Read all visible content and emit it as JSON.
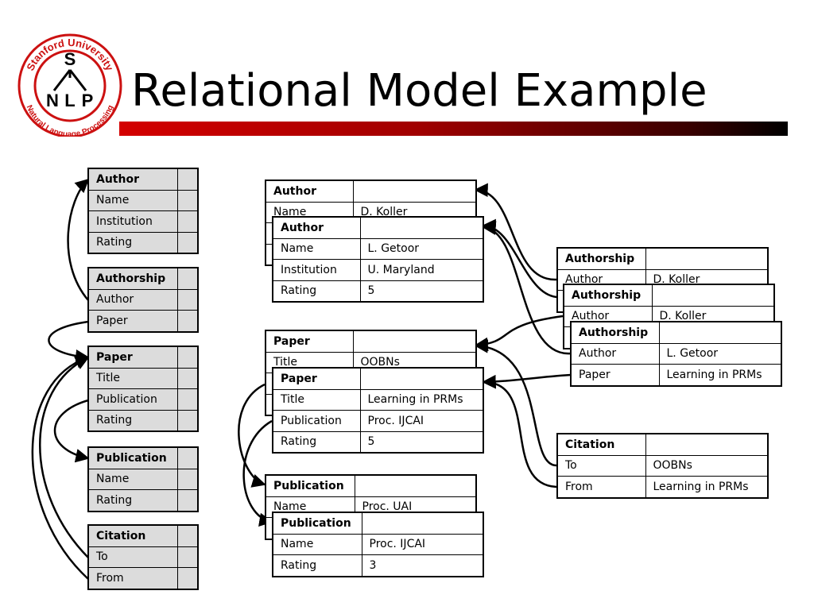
{
  "title": "Relational Model Example",
  "logo": {
    "top_text": "Stanford University",
    "bottom_text": "Natural Language Processing",
    "letters": [
      "S",
      "N",
      "L",
      "P"
    ]
  },
  "colors": {
    "bar_start": "#d40000",
    "bar_end": "#000000",
    "logo_red": "#cc1111",
    "schema_fill": "#dcdcdc"
  },
  "schema": {
    "author": {
      "header": "Author",
      "fields": [
        "Name",
        "Institution",
        "Rating"
      ]
    },
    "authorship": {
      "header": "Authorship",
      "fields": [
        "Author",
        "Paper"
      ]
    },
    "paper": {
      "header": "Paper",
      "fields": [
        "Title",
        "Publication",
        "Rating"
      ]
    },
    "publication": {
      "header": "Publication",
      "fields": [
        "Name",
        "Rating"
      ]
    },
    "citation": {
      "header": "Citation",
      "fields": [
        "To",
        "From"
      ]
    }
  },
  "instances": {
    "author1": {
      "header": "Author",
      "rows": [
        [
          "Name",
          "D. Koller"
        ]
      ]
    },
    "author2": {
      "header": "Author",
      "rows": [
        [
          "Name",
          "L. Getoor"
        ],
        [
          "Institution",
          "U. Maryland"
        ],
        [
          "Rating",
          "5"
        ]
      ]
    },
    "paper1": {
      "header": "Paper",
      "rows": [
        [
          "Title",
          "OOBNs"
        ]
      ]
    },
    "paper2": {
      "header": "Paper",
      "rows": [
        [
          "Title",
          "Learning in PRMs"
        ],
        [
          "Publication",
          "Proc. IJCAI"
        ],
        [
          "Rating",
          "5"
        ]
      ]
    },
    "pub1": {
      "header": "Publication",
      "rows": [
        [
          "Name",
          "Proc. UAI"
        ]
      ]
    },
    "pub2": {
      "header": "Publication",
      "rows": [
        [
          "Name",
          "Proc. IJCAI"
        ],
        [
          "Rating",
          "3"
        ]
      ]
    },
    "authorship1": {
      "header": "Authorship",
      "rows": [
        [
          "Author",
          "D. Koller"
        ]
      ]
    },
    "authorship2": {
      "header": "Authorship",
      "rows": [
        [
          "Author",
          "D. Koller"
        ]
      ]
    },
    "authorship3": {
      "header": "Authorship",
      "rows": [
        [
          "Author",
          "L. Getoor"
        ],
        [
          "Paper",
          "Learning in PRMs"
        ]
      ]
    },
    "citation": {
      "header": "Citation",
      "rows": [
        [
          "To",
          "OOBNs"
        ],
        [
          "From",
          "Learning in PRMs"
        ]
      ]
    }
  }
}
